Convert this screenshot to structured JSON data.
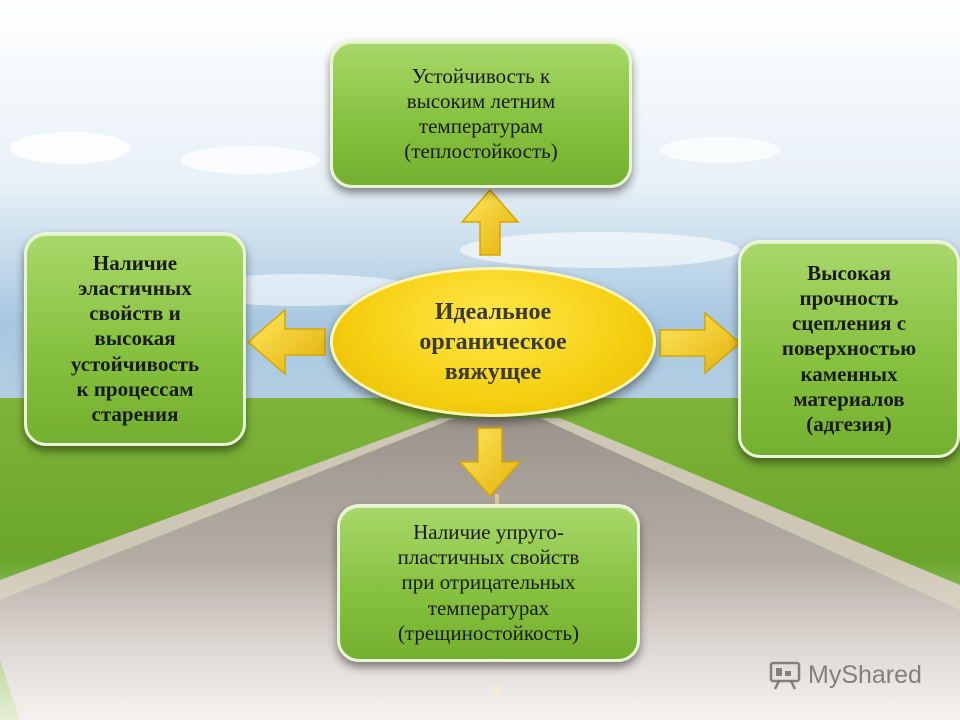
{
  "diagram": {
    "center": "Идеальное\nорганическое\nвяжущее",
    "top": "Устойчивость к\nвысоким летним\nтемпературам\n(теплостойкость)",
    "left": "Наличие\nэластичных\nсвойств и\nвысокая\nустойчивость\nк процессам\nстарения",
    "right": "Высокая\nпрочность\nсцепления с\nповерхностью\nкаменных\nматериалов\n(адгезия)",
    "bottom": "Наличие упруго-\nпластичных свойств\nпри отрицательных\nтемпературах\n(трещиностойкость)"
  },
  "watermark": {
    "text": "MyShared",
    "icon": "presentation-board-icon"
  },
  "colors": {
    "box_green": "#86c13f",
    "center_yellow": "#f5cf10",
    "arrow_yellow": "#f2c40f"
  }
}
